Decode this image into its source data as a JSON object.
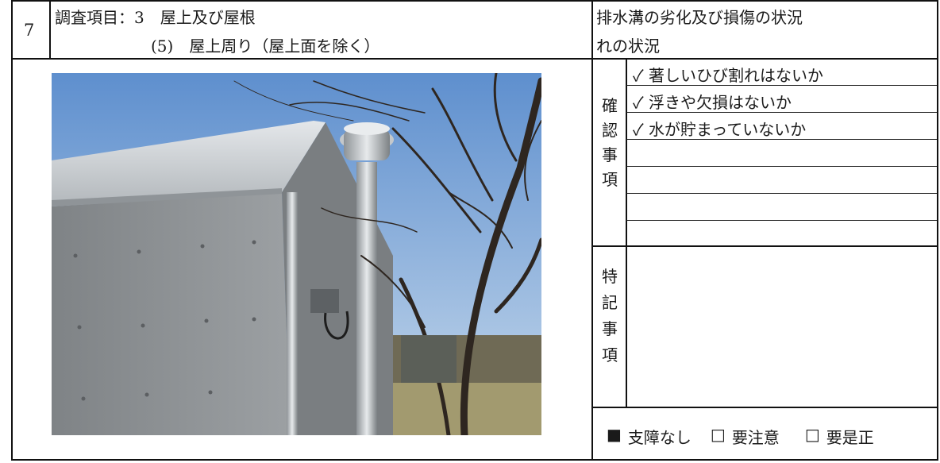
{
  "header": {
    "item_no": "7",
    "item_line1": "調査項目：3　屋上及び屋根",
    "item_line2": "(5)　屋上周り（屋上面を除く）",
    "topic_line1": "排水溝の劣化及び損傷の状況",
    "topic_line2": "れの状況"
  },
  "confirm": {
    "heading": [
      "確",
      "認",
      "事",
      "項"
    ],
    "items": [
      "✓ 著しいひび割れはないか",
      "✓ 浮きや欠損はないか",
      "✓ 水が貯まっていないか",
      "",
      "",
      "",
      ""
    ]
  },
  "special": {
    "heading": [
      "特",
      "記",
      "事",
      "項"
    ]
  },
  "status": {
    "options": [
      {
        "mark": "■",
        "label": "支障なし"
      },
      {
        "mark": "□",
        "label": "要注意"
      },
      {
        "mark": "□",
        "label": "要是正"
      }
    ]
  },
  "colors": {
    "sky": "#a9c4e2",
    "wall": "#8e9193",
    "roof": "#c9cdd0",
    "ground": "#a39a72"
  }
}
